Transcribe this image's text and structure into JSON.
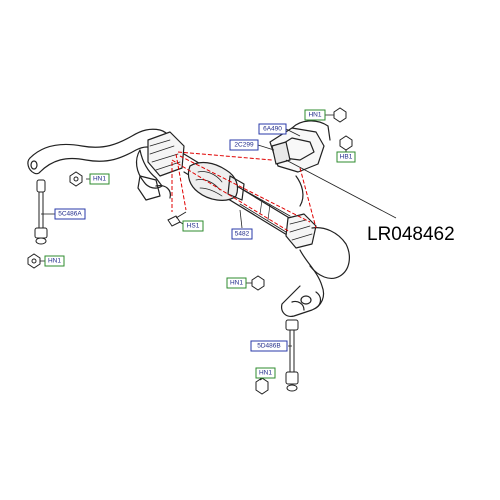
{
  "diagram": {
    "part_number": "LR048462",
    "labels": {
      "hn1_top_right": "HN1",
      "b6a490": "6A490",
      "c2c299": "2C299",
      "hb1": "HB1",
      "hn1_left": "HN1",
      "b5c486a": "5C486A",
      "hn1_bottom_left": "HN1",
      "hs1": "HS1",
      "b5482": "5482",
      "hn1_center": "HN1",
      "b5d486b": "5D486B",
      "hn1_bottom": "HN1"
    },
    "colors": {
      "line": "#222222",
      "label_text": "#1f2a8a",
      "label_border_blue": "#2a3aa8",
      "label_border_green": "#2e8b2e",
      "callout_red": "#e00000"
    }
  }
}
